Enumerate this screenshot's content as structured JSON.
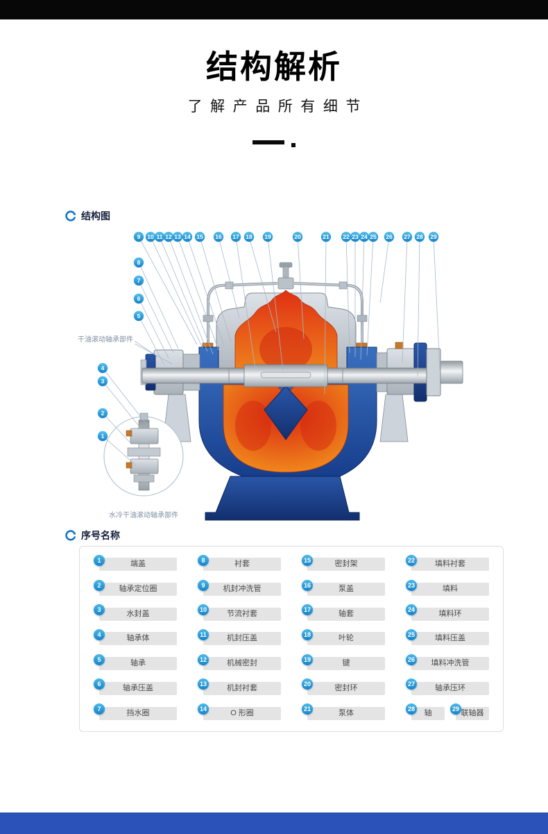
{
  "page": {
    "title": "结构解析",
    "subtitle": "了解产品所有细节",
    "top_bar_color": "#070707",
    "footer_color": "#2b52b8"
  },
  "sections": {
    "diagram_title": "结构图",
    "parts_title": "序号名称"
  },
  "diagram": {
    "label_left": "干油滚动轴承部件",
    "label_bottom": "水冷干油滚动轴承部件",
    "callouts": [
      "1",
      "2",
      "3",
      "4",
      "5",
      "6",
      "7",
      "8",
      "9",
      "10",
      "11",
      "12",
      "13",
      "14",
      "15",
      "16",
      "17",
      "18",
      "19",
      "20",
      "21",
      "22",
      "23",
      "24",
      "25",
      "26",
      "27",
      "28",
      "29"
    ],
    "colors": {
      "callout_blue": "#2aa0dc",
      "casing_blue": "#2a5cab",
      "impeller_red": "#e23317",
      "impeller_orange": "#f59b1e"
    }
  },
  "parts": {
    "items": [
      {
        "num": "1",
        "name": "端盖"
      },
      {
        "num": "2",
        "name": "轴承定位圈"
      },
      {
        "num": "3",
        "name": "水封盖"
      },
      {
        "num": "4",
        "name": "轴承体"
      },
      {
        "num": "5",
        "name": "轴承"
      },
      {
        "num": "6",
        "name": "轴承压盖"
      },
      {
        "num": "7",
        "name": "挡水圈"
      },
      {
        "num": "8",
        "name": "衬套"
      },
      {
        "num": "9",
        "name": "机封冲洗管"
      },
      {
        "num": "10",
        "name": "节流衬套"
      },
      {
        "num": "11",
        "name": "机封压盖"
      },
      {
        "num": "12",
        "name": "机械密封"
      },
      {
        "num": "13",
        "name": "机封衬套"
      },
      {
        "num": "14",
        "name": "O 形圈"
      },
      {
        "num": "15",
        "name": "密封架"
      },
      {
        "num": "16",
        "name": "泵盖"
      },
      {
        "num": "17",
        "name": "轴套"
      },
      {
        "num": "18",
        "name": "叶轮"
      },
      {
        "num": "19",
        "name": "键"
      },
      {
        "num": "20",
        "name": "密封环"
      },
      {
        "num": "21",
        "name": "泵体"
      },
      {
        "num": "22",
        "name": "填料衬套"
      },
      {
        "num": "23",
        "name": "填料"
      },
      {
        "num": "24",
        "name": "填料环"
      },
      {
        "num": "25",
        "name": "填料压盖"
      },
      {
        "num": "26",
        "name": "填料冲洗管"
      },
      {
        "num": "27",
        "name": "轴承压环"
      },
      {
        "num": "28",
        "name": "轴"
      },
      {
        "num": "29",
        "name": "联轴器"
      }
    ]
  }
}
